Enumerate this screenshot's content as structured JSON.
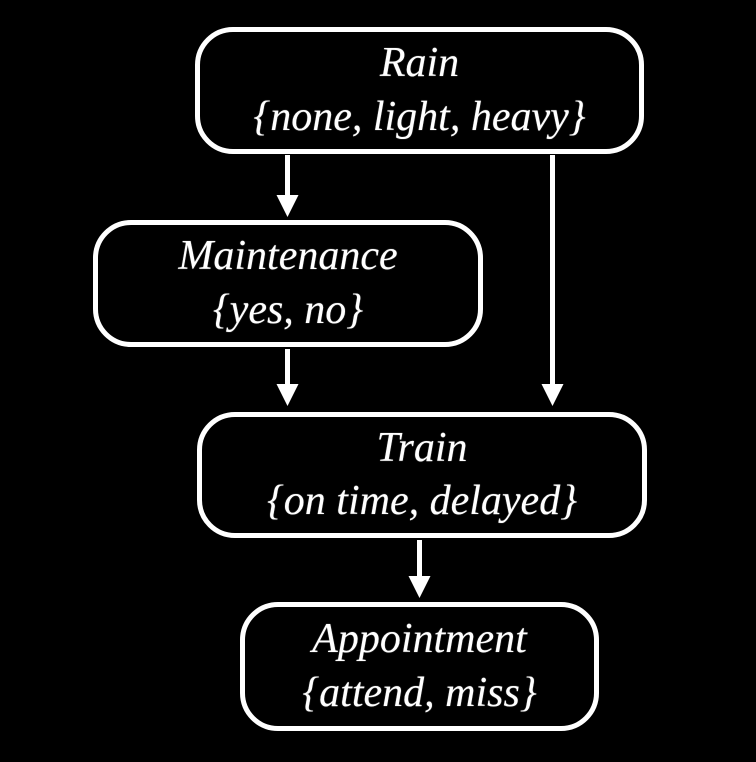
{
  "diagram": {
    "type": "bayesian-network",
    "background_color": "#000000",
    "line_color": "#ffffff",
    "text_color": "#ffffff",
    "nodes": [
      {
        "id": "rain",
        "label": "Rain",
        "values": "{none, light, heavy}"
      },
      {
        "id": "maintenance",
        "label": "Maintenance",
        "values": "{yes, no}"
      },
      {
        "id": "train",
        "label": "Train",
        "values": "{on time, delayed}"
      },
      {
        "id": "appointment",
        "label": "Appointment",
        "values": "{attend, miss}"
      }
    ],
    "edges": [
      {
        "from": "rain",
        "to": "maintenance"
      },
      {
        "from": "rain",
        "to": "train"
      },
      {
        "from": "maintenance",
        "to": "train"
      },
      {
        "from": "train",
        "to": "appointment"
      }
    ]
  }
}
